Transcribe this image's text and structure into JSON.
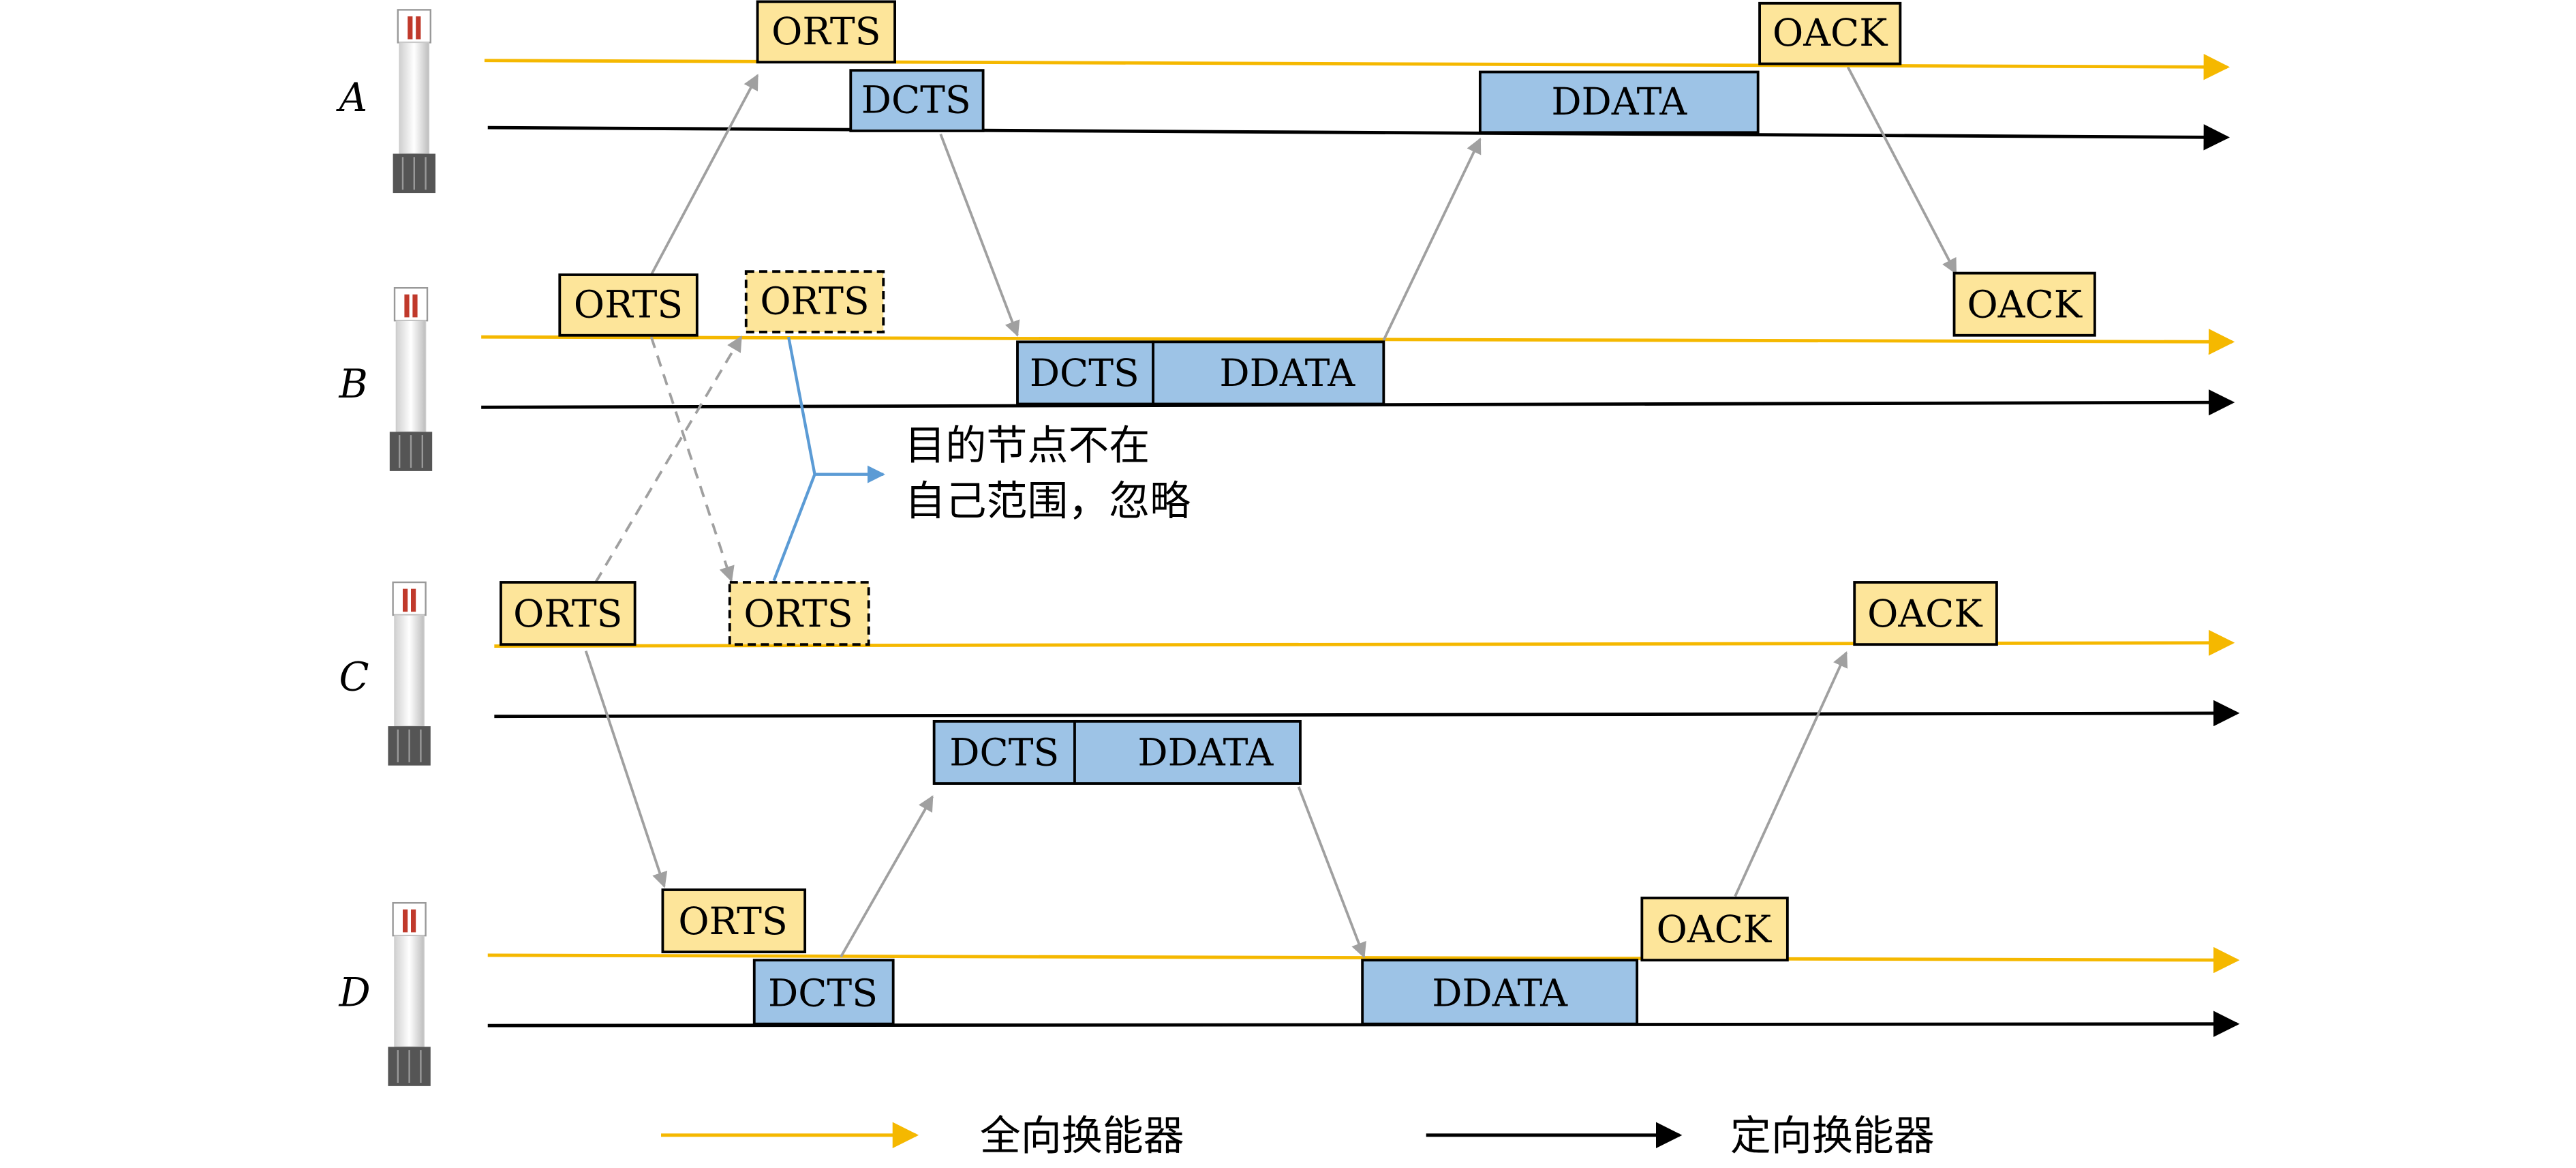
{
  "nodes": [
    {
      "id": "A",
      "label": "A"
    },
    {
      "id": "B",
      "label": "B"
    },
    {
      "id": "C",
      "label": "C"
    },
    {
      "id": "D",
      "label": "D"
    }
  ],
  "packets": {
    "orts": "ORTS",
    "dcts": "DCTS",
    "ddata": "DDATA",
    "oack": "OACK"
  },
  "annotation": {
    "line1": "目的节点不在",
    "line2": "自己范围，忽略"
  },
  "legend": {
    "omni": "全向换能器",
    "directional": "定向换能器"
  },
  "colors": {
    "omni_line": "#f5b800",
    "directional_line": "#000000",
    "orts_fill": "#fde59a",
    "dcts_fill": "#9dc3e6",
    "gray_arrow": "#a0a0a0",
    "blue_bracket": "#5b9bd5"
  }
}
